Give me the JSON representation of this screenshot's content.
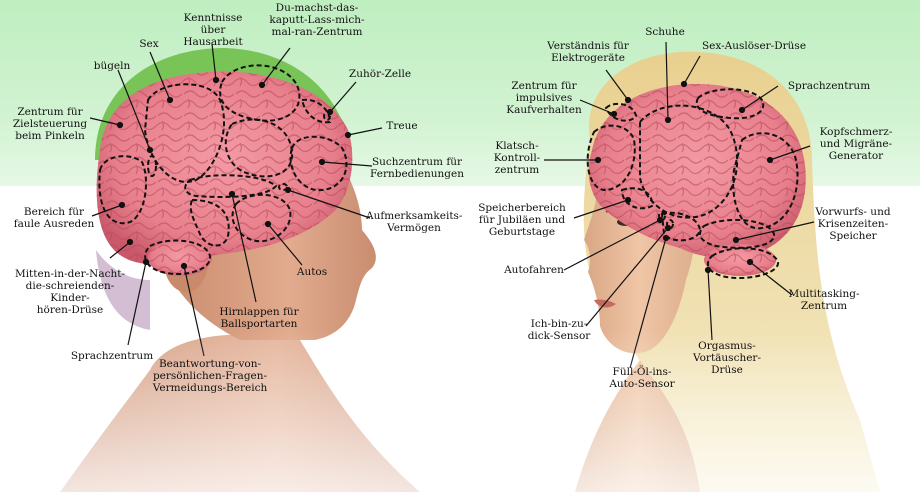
{
  "labels": {
    "male": {
      "kenntnisse": "Kenntnisse über\nHausarbeit",
      "sex": "Sex",
      "du_machst": "Du-machst-das-\nkaputt-Lass-mich-\nmal-ran-Zentrum",
      "buegeln": "bügeln",
      "zuhoer": "Zuhör-Zelle",
      "zielsteuerung": "Zentrum für\nZielsteuerung\nbeim Pinkeln",
      "treue": "Treue",
      "suchzentrum": "Suchzentrum für\nFernbedienungen",
      "faule_ausreden": "Bereich für\nfaule Ausreden",
      "aufmerksamkeit": "Aufmerksamkeits-\nVermögen",
      "kinder": "Mitten-in-der-Nacht-\ndie-schreienden-Kinder-\nhören-Drüse",
      "autos": "Autos",
      "ballsportarten": "Hirnlappen für\nBallsportarten",
      "sprachzentrum": "Sprachzentrum",
      "beantwortung": "Beantwortung-von-\npersönlichen-Fragen-\nVermeidungs-Bereich"
    },
    "female": {
      "verstaendnis": "Verständnis für\nElektrogeräte",
      "schuhe": "Schuhe",
      "sex_ausloeser": "Sex-Auslöser-Drüse",
      "kaufverhalten": "Zentrum für\nimpulsives\nKaufverhalten",
      "sprachzentrum": "Sprachzentrum",
      "klatsch": "Klatsch-\nKontroll-\nzentrum",
      "kopfschmerz": "Kopfschmerz-\nund Migräne-\nGenerator",
      "speicher_jubilaeen": "Speicherbereich\nfür Jubiläen und\nGeburtstage",
      "vorwurfs": "Vorwurfs- und\nKrisenzeiten-\nSpeicher",
      "autofahren": "Autofahren",
      "multitasking": "Multitasking-\nZentrum",
      "ich_bin_zu_dick": "Ich-bin-zu-\ndick-Sensor",
      "orgasmus": "Orgasmus-\nVortäuscher-\nDrüse",
      "fuell_oel": "Füll-Öl-ins-\nAuto-Sensor"
    }
  },
  "colors": {
    "background_top": "#bfeec0",
    "brain": "#e8808c",
    "brain_shade": "#cc5d6d",
    "skin_male": "#dca184",
    "skin_female": "#e7b996",
    "hair_female": "#dcc07a",
    "hair_male": "#6fbf4a",
    "region_outline": "#111111"
  }
}
